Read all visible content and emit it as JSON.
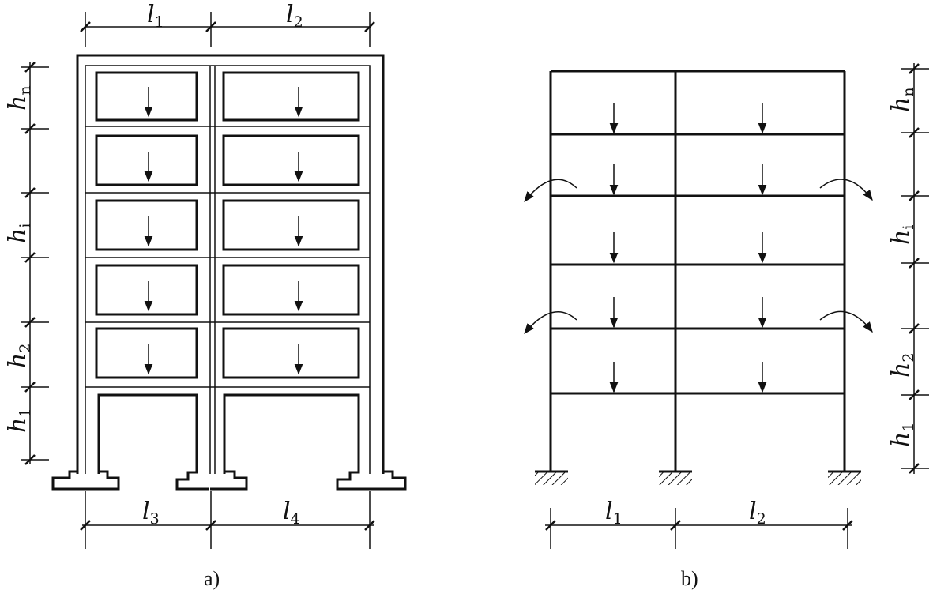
{
  "figure_a": {
    "caption": "a)",
    "top_spans": [
      {
        "sym": "l",
        "sub": "1"
      },
      {
        "sym": "l",
        "sub": "2"
      }
    ],
    "bottom_spans": [
      {
        "sym": "l",
        "sub": "3"
      },
      {
        "sym": "l",
        "sub": "4"
      }
    ],
    "heights": [
      {
        "sym": "h",
        "sub": "n"
      },
      {
        "sym": "h",
        "sub": "i"
      },
      {
        "sym": "h",
        "sub": "2"
      },
      {
        "sym": "h",
        "sub": "1"
      }
    ]
  },
  "figure_b": {
    "caption": "b)",
    "spans": [
      {
        "sym": "l",
        "sub": "1"
      },
      {
        "sym": "l",
        "sub": "2"
      }
    ],
    "heights": [
      {
        "sym": "h",
        "sub": "n"
      },
      {
        "sym": "h",
        "sub": "i"
      },
      {
        "sym": "h",
        "sub": "2"
      },
      {
        "sym": "h",
        "sub": "1"
      }
    ]
  }
}
